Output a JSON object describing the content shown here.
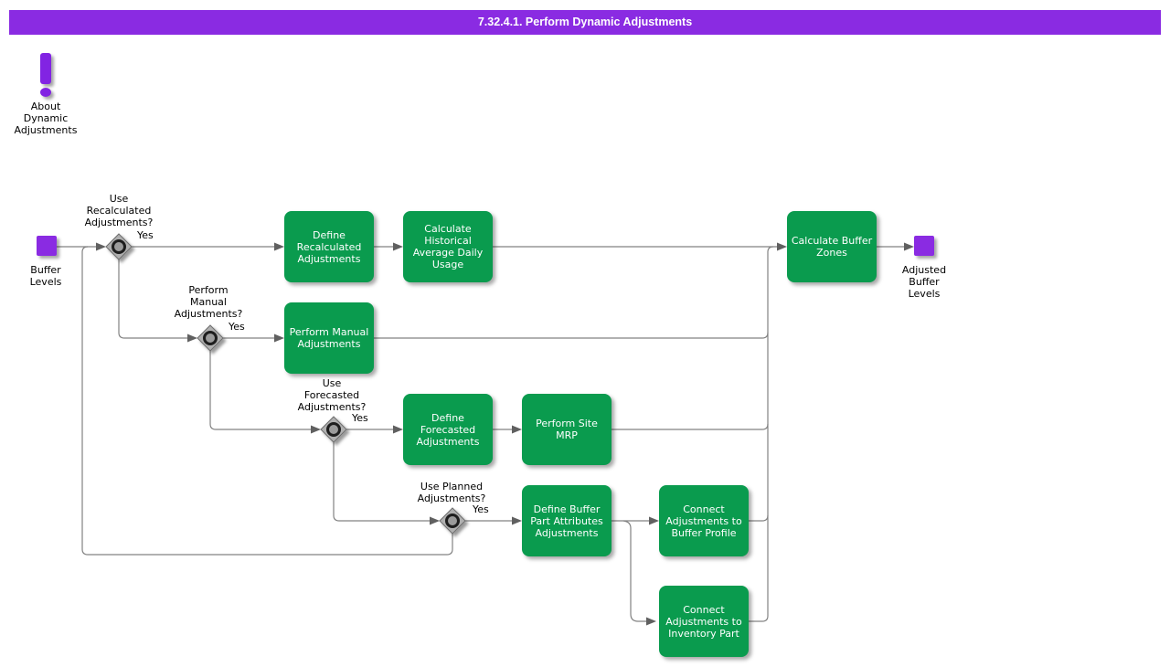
{
  "title": "7.32.4.1. Perform Dynamic Adjustments",
  "about": {
    "lines": [
      "About",
      "Dynamic",
      "Adjustments"
    ]
  },
  "terminals": {
    "start": {
      "lines": [
        "Buffer",
        "Levels"
      ]
    },
    "end": {
      "lines": [
        "Adjusted",
        "Buffer",
        "Levels"
      ]
    }
  },
  "decisions": [
    {
      "lines": [
        "Use",
        "Recalculated",
        "Adjustments?"
      ],
      "branch": "Yes"
    },
    {
      "lines": [
        "Perform",
        "Manual",
        "Adjustments?"
      ],
      "branch": "Yes"
    },
    {
      "lines": [
        "Use",
        "Forecasted",
        "Adjustments?"
      ],
      "branch": "Yes"
    },
    {
      "lines": [
        "Use Planned",
        "Adjustments?"
      ],
      "branch": "Yes"
    }
  ],
  "processes": [
    {
      "lines": [
        "Define",
        "Recalculated",
        "Adjustments"
      ]
    },
    {
      "lines": [
        "Calculate",
        "Historical",
        "Average Daily",
        "Usage"
      ]
    },
    {
      "lines": [
        "Calculate Buffer",
        "Zones"
      ]
    },
    {
      "lines": [
        "Perform Manual",
        "Adjustments"
      ]
    },
    {
      "lines": [
        "Define",
        "Forecasted",
        "Adjustments"
      ]
    },
    {
      "lines": [
        "Perform Site",
        "MRP"
      ]
    },
    {
      "lines": [
        "Define Buffer",
        "Part Attributes",
        "Adjustments"
      ]
    },
    {
      "lines": [
        "Connect",
        "Adjustments to",
        "Buffer Profile"
      ]
    },
    {
      "lines": [
        "Connect",
        "Adjustments to",
        "Inventory Part"
      ]
    }
  ],
  "colors": {
    "accent_purple": "#8A2BE2",
    "process_green": "#0A9B4E",
    "connector_gray": "#828282",
    "decision_fill": "#B0B0B0",
    "text": "#000000",
    "process_text": "#FFFFFF"
  }
}
